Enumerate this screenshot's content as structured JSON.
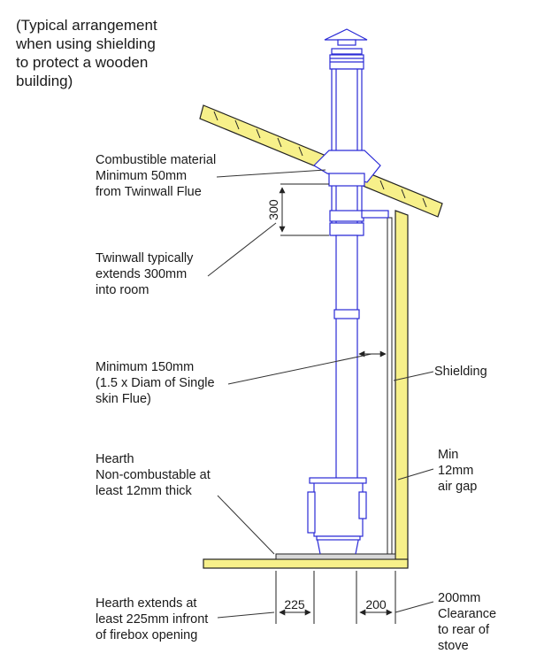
{
  "title": {
    "lines": [
      "(Typical arrangement",
      "when using shielding",
      "to protect a wooden",
      "building)"
    ]
  },
  "labels": {
    "combustible": [
      "Combustible material",
      "Minimum 50mm",
      "from Twinwall Flue"
    ],
    "twinwall": [
      "Twinwall typically",
      "extends 300mm",
      "into room"
    ],
    "minimum150": [
      "Minimum 150mm",
      "(1.5 x Diam of Single",
      "skin Flue)"
    ],
    "hearth": [
      "Hearth",
      "Non-combustable at",
      "least 12mm thick"
    ],
    "hearth_extends": [
      "Hearth extends at",
      "least 225mm infront",
      "of firebox opening"
    ],
    "shielding": [
      "Shielding"
    ],
    "air_gap": [
      "Min",
      "12mm",
      "air gap"
    ],
    "clearance": [
      "200mm",
      "Clearance",
      "to rear of",
      "stove"
    ]
  },
  "dimensions": {
    "vertical": "300",
    "front": "225",
    "rear": "200"
  },
  "colors": {
    "timber": "#f7f08a",
    "outline": "#222222",
    "flue": "#2a2ad6",
    "leader": "#333333"
  }
}
